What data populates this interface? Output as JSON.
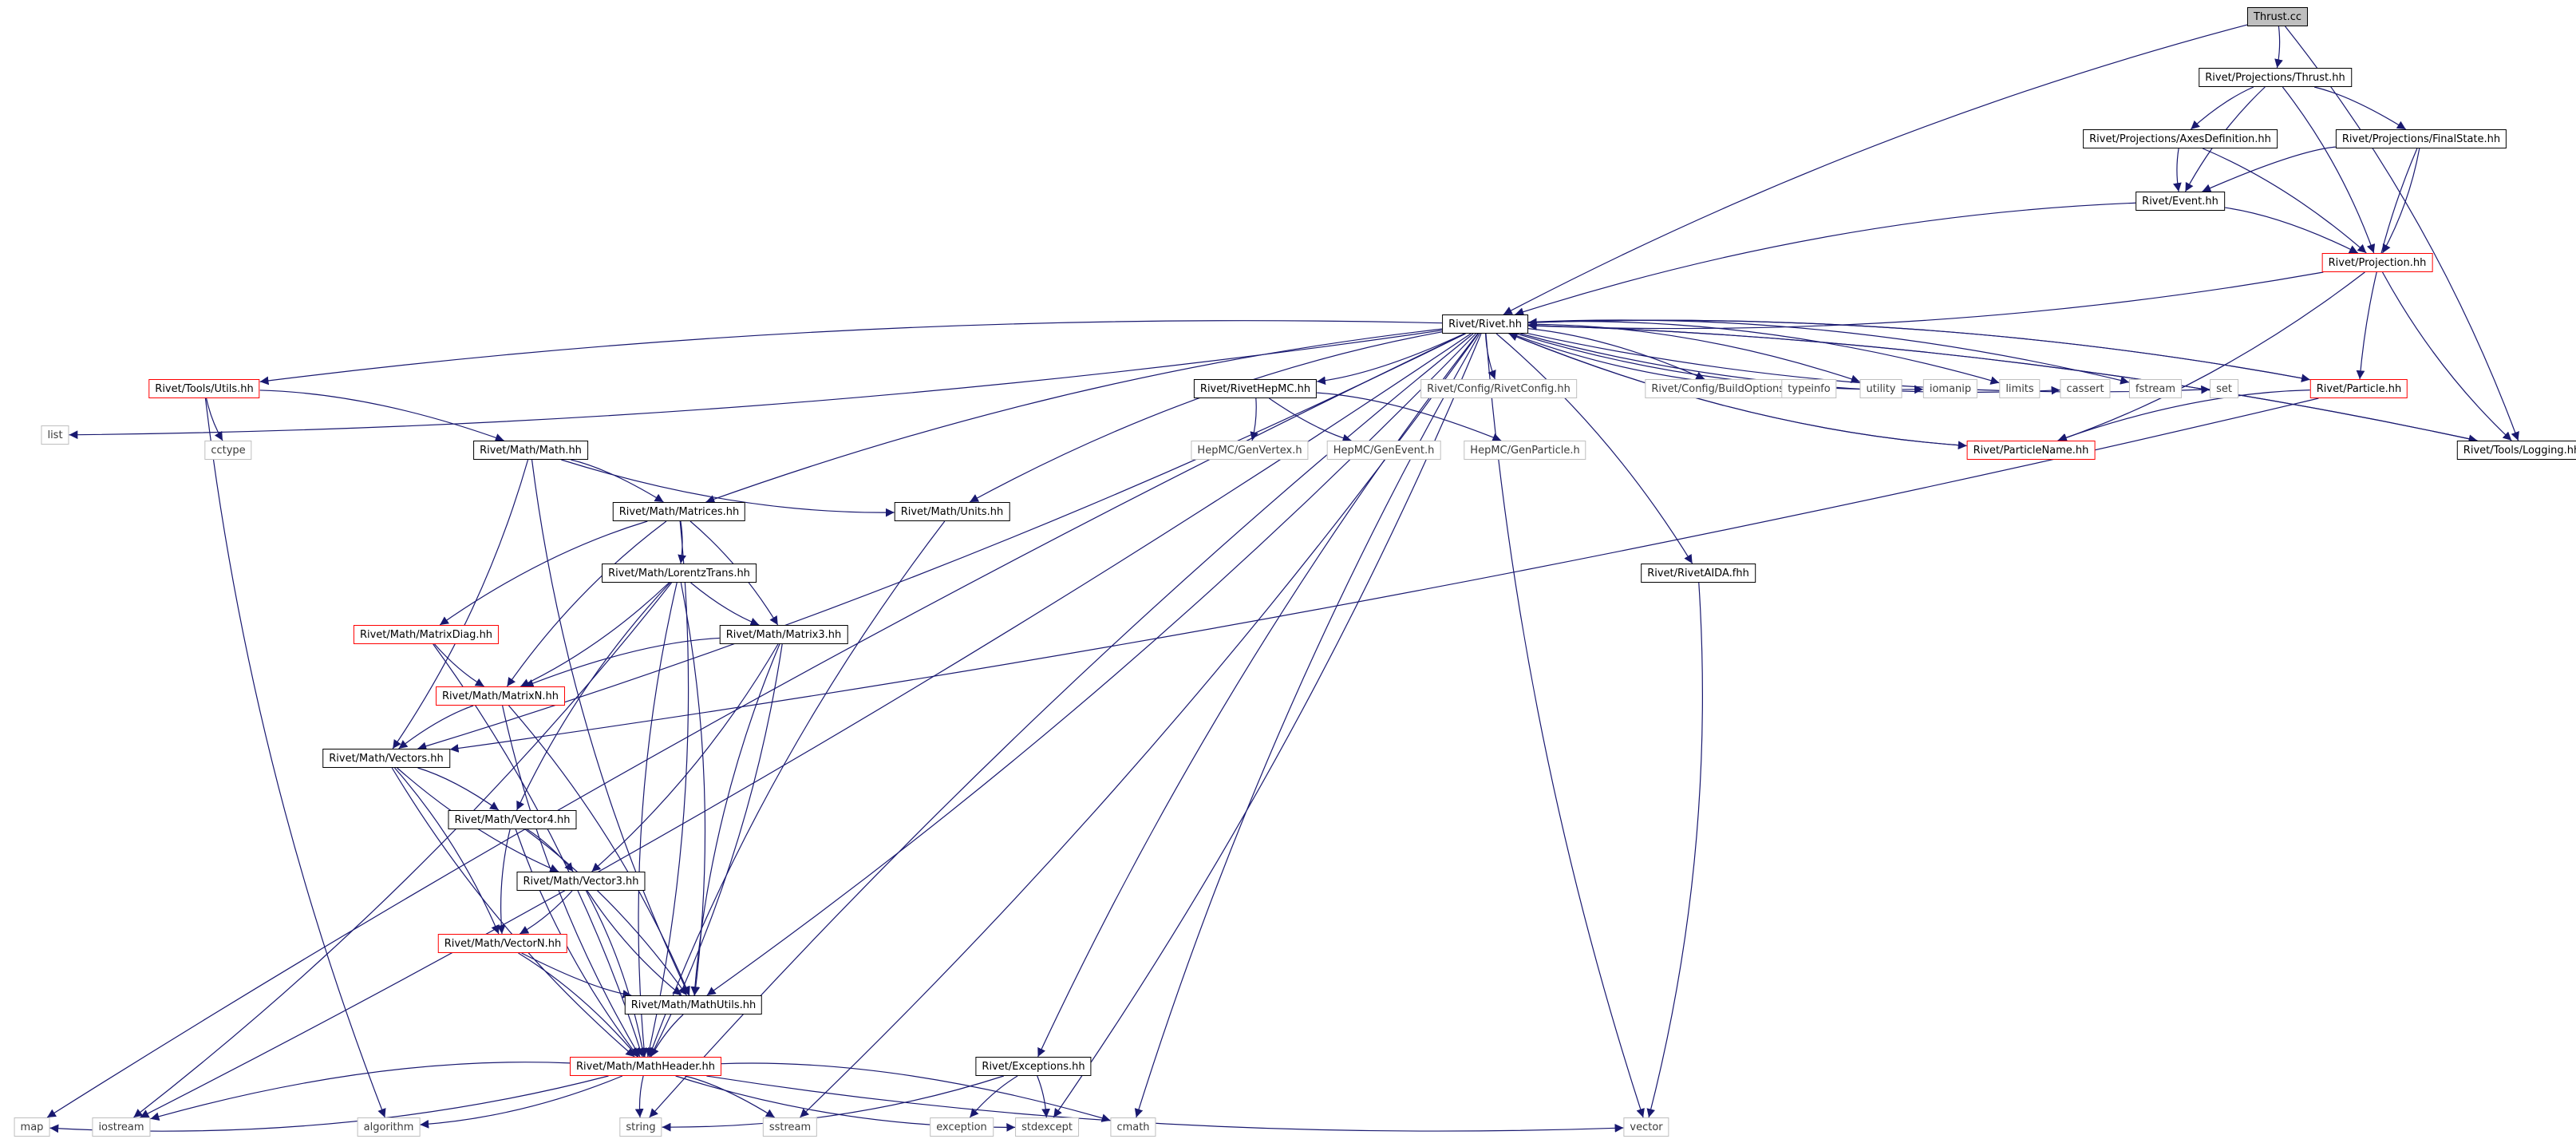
{
  "nodes": [
    {
      "id": "thrust_cc",
      "label": "Thrust.cc",
      "kind": "root"
    },
    {
      "id": "proj_thrust",
      "label": "Rivet/Projections/Thrust.hh",
      "kind": "normal"
    },
    {
      "id": "axesdef",
      "label": "Rivet/Projections/AxesDefinition.hh",
      "kind": "normal"
    },
    {
      "id": "finalstate",
      "label": "Rivet/Projections/FinalState.hh",
      "kind": "normal"
    },
    {
      "id": "event",
      "label": "Rivet/Event.hh",
      "kind": "normal"
    },
    {
      "id": "projection",
      "label": "Rivet/Projection.hh",
      "kind": "red"
    },
    {
      "id": "rivet",
      "label": "Rivet/Rivet.hh",
      "kind": "normal"
    },
    {
      "id": "list",
      "label": "list",
      "kind": "sys"
    },
    {
      "id": "utils",
      "label": "Rivet/Tools/Utils.hh",
      "kind": "red"
    },
    {
      "id": "rivethepmc",
      "label": "Rivet/RivetHepMC.hh",
      "kind": "normal"
    },
    {
      "id": "rivetconfig",
      "label": "Rivet/Config/RivetConfig.hh",
      "kind": "sys"
    },
    {
      "id": "buildoptions",
      "label": "Rivet/Config/BuildOptions.hh",
      "kind": "sys"
    },
    {
      "id": "typeinfo",
      "label": "typeinfo",
      "kind": "sys"
    },
    {
      "id": "utility",
      "label": "utility",
      "kind": "sys"
    },
    {
      "id": "iomanip",
      "label": "iomanip",
      "kind": "sys"
    },
    {
      "id": "limits",
      "label": "limits",
      "kind": "sys"
    },
    {
      "id": "cassert",
      "label": "cassert",
      "kind": "sys"
    },
    {
      "id": "fstream",
      "label": "fstream",
      "kind": "sys"
    },
    {
      "id": "set",
      "label": "set",
      "kind": "sys"
    },
    {
      "id": "particle",
      "label": "Rivet/Particle.hh",
      "kind": "red"
    },
    {
      "id": "logging",
      "label": "Rivet/Tools/Logging.hh",
      "kind": "normal"
    },
    {
      "id": "cctype",
      "label": "cctype",
      "kind": "sys"
    },
    {
      "id": "genvertex",
      "label": "HepMC/GenVertex.h",
      "kind": "sys"
    },
    {
      "id": "genevent",
      "label": "HepMC/GenEvent.h",
      "kind": "sys"
    },
    {
      "id": "genparticle",
      "label": "HepMC/GenParticle.h",
      "kind": "sys"
    },
    {
      "id": "particlename",
      "label": "Rivet/ParticleName.hh",
      "kind": "red"
    },
    {
      "id": "math",
      "label": "Rivet/Math/Math.hh",
      "kind": "normal"
    },
    {
      "id": "matrices",
      "label": "Rivet/Math/Matrices.hh",
      "kind": "normal"
    },
    {
      "id": "units",
      "label": "Rivet/Math/Units.hh",
      "kind": "normal"
    },
    {
      "id": "rivetaida",
      "label": "Rivet/RivetAIDA.fhh",
      "kind": "normal"
    },
    {
      "id": "lorentz",
      "label": "Rivet/Math/LorentzTrans.hh",
      "kind": "normal"
    },
    {
      "id": "matrixdiag",
      "label": "Rivet/Math/MatrixDiag.hh",
      "kind": "red"
    },
    {
      "id": "matrix3",
      "label": "Rivet/Math/Matrix3.hh",
      "kind": "normal"
    },
    {
      "id": "matrixn",
      "label": "Rivet/Math/MatrixN.hh",
      "kind": "red"
    },
    {
      "id": "vectors",
      "label": "Rivet/Math/Vectors.hh",
      "kind": "normal"
    },
    {
      "id": "vector4",
      "label": "Rivet/Math/Vector4.hh",
      "kind": "normal"
    },
    {
      "id": "vector3",
      "label": "Rivet/Math/Vector3.hh",
      "kind": "normal"
    },
    {
      "id": "vectorn",
      "label": "Rivet/Math/VectorN.hh",
      "kind": "red"
    },
    {
      "id": "mathutils",
      "label": "Rivet/Math/MathUtils.hh",
      "kind": "normal"
    },
    {
      "id": "mathheader",
      "label": "Rivet/Math/MathHeader.hh",
      "kind": "red"
    },
    {
      "id": "exceptions",
      "label": "Rivet/Exceptions.hh",
      "kind": "normal"
    },
    {
      "id": "map",
      "label": "map",
      "kind": "sys"
    },
    {
      "id": "iostream",
      "label": "iostream",
      "kind": "sys"
    },
    {
      "id": "algorithm",
      "label": "algorithm",
      "kind": "sys"
    },
    {
      "id": "string",
      "label": "string",
      "kind": "sys"
    },
    {
      "id": "sstream",
      "label": "sstream",
      "kind": "sys"
    },
    {
      "id": "exception",
      "label": "exception",
      "kind": "sys"
    },
    {
      "id": "stdexcept",
      "label": "stdexcept",
      "kind": "sys"
    },
    {
      "id": "cmath",
      "label": "cmath",
      "kind": "sys"
    },
    {
      "id": "vector",
      "label": "vector",
      "kind": "sys"
    }
  ],
  "edges": [
    [
      "thrust_cc",
      "proj_thrust"
    ],
    [
      "thrust_cc",
      "rivet"
    ],
    [
      "thrust_cc",
      "logging"
    ],
    [
      "proj_thrust",
      "axesdef"
    ],
    [
      "proj_thrust",
      "finalstate"
    ],
    [
      "proj_thrust",
      "event"
    ],
    [
      "proj_thrust",
      "projection"
    ],
    [
      "axesdef",
      "event"
    ],
    [
      "axesdef",
      "projection"
    ],
    [
      "finalstate",
      "event"
    ],
    [
      "finalstate",
      "projection"
    ],
    [
      "finalstate",
      "particle"
    ],
    [
      "event",
      "projection"
    ],
    [
      "event",
      "rivet"
    ],
    [
      "projection",
      "rivet"
    ],
    [
      "projection",
      "logging"
    ],
    [
      "projection",
      "particlename"
    ],
    [
      "rivet",
      "map"
    ],
    [
      "rivet",
      "list"
    ],
    [
      "rivet",
      "utils"
    ],
    [
      "rivet",
      "iostream"
    ],
    [
      "rivet",
      "string"
    ],
    [
      "rivet",
      "vectors"
    ],
    [
      "rivet",
      "matrices"
    ],
    [
      "rivet",
      "mathutils"
    ],
    [
      "rivet",
      "units"
    ],
    [
      "rivet",
      "rivethepmc"
    ],
    [
      "rivet",
      "rivetconfig"
    ],
    [
      "rivet",
      "buildoptions"
    ],
    [
      "rivet",
      "typeinfo"
    ],
    [
      "rivet",
      "utility"
    ],
    [
      "rivet",
      "iomanip"
    ],
    [
      "rivet",
      "limits"
    ],
    [
      "rivet",
      "cassert"
    ],
    [
      "rivet",
      "fstream"
    ],
    [
      "rivet",
      "set"
    ],
    [
      "rivet",
      "particle"
    ],
    [
      "rivet",
      "particlename"
    ],
    [
      "rivet",
      "logging"
    ],
    [
      "rivet",
      "exceptions"
    ],
    [
      "rivet",
      "stdexcept"
    ],
    [
      "rivet",
      "cmath"
    ],
    [
      "rivet",
      "sstream"
    ],
    [
      "rivet",
      "vector"
    ],
    [
      "rivet",
      "rivetaida"
    ],
    [
      "utils",
      "cctype"
    ],
    [
      "utils",
      "math"
    ],
    [
      "utils",
      "algorithm"
    ],
    [
      "rivethepmc",
      "genvertex"
    ],
    [
      "rivethepmc",
      "genevent"
    ],
    [
      "rivethepmc",
      "genparticle"
    ],
    [
      "particle",
      "particlename"
    ],
    [
      "particle",
      "vectors"
    ],
    [
      "particle",
      "rivet"
    ],
    [
      "particlename",
      "rivet"
    ],
    [
      "logging",
      "rivet"
    ],
    [
      "math",
      "matrices"
    ],
    [
      "math",
      "units"
    ],
    [
      "math",
      "vectors"
    ],
    [
      "math",
      "mathutils"
    ],
    [
      "matrices",
      "lorentz"
    ],
    [
      "matrices",
      "matrixdiag"
    ],
    [
      "matrices",
      "matrix3"
    ],
    [
      "matrices",
      "matrixn"
    ],
    [
      "matrices",
      "mathheader"
    ],
    [
      "units",
      "mathheader"
    ],
    [
      "rivetaida",
      "vector"
    ],
    [
      "lorentz",
      "matrix3"
    ],
    [
      "lorentz",
      "matrixn"
    ],
    [
      "lorentz",
      "vector4"
    ],
    [
      "lorentz",
      "mathutils"
    ],
    [
      "lorentz",
      "mathheader"
    ],
    [
      "lorentz",
      "iostream"
    ],
    [
      "matrixdiag",
      "matrixn"
    ],
    [
      "matrixdiag",
      "mathheader"
    ],
    [
      "matrix3",
      "matrixn"
    ],
    [
      "matrix3",
      "vector3"
    ],
    [
      "matrix3",
      "mathutils"
    ],
    [
      "matrix3",
      "mathheader"
    ],
    [
      "matrixn",
      "vectors"
    ],
    [
      "matrixn",
      "mathutils"
    ],
    [
      "matrixn",
      "mathheader"
    ],
    [
      "vectors",
      "vector4"
    ],
    [
      "vectors",
      "vector3"
    ],
    [
      "vectors",
      "vectorn"
    ],
    [
      "vectors",
      "mathheader"
    ],
    [
      "vector4",
      "vector3"
    ],
    [
      "vector4",
      "vectorn"
    ],
    [
      "vector4",
      "mathutils"
    ],
    [
      "vector4",
      "mathheader"
    ],
    [
      "vector3",
      "vectorn"
    ],
    [
      "vector3",
      "mathutils"
    ],
    [
      "vector3",
      "mathheader"
    ],
    [
      "vectorn",
      "mathutils"
    ],
    [
      "vectorn",
      "mathheader"
    ],
    [
      "mathutils",
      "mathheader"
    ],
    [
      "mathheader",
      "map"
    ],
    [
      "mathheader",
      "iostream"
    ],
    [
      "mathheader",
      "algorithm"
    ],
    [
      "mathheader",
      "string"
    ],
    [
      "mathheader",
      "sstream"
    ],
    [
      "mathheader",
      "stdexcept"
    ],
    [
      "mathheader",
      "cmath"
    ],
    [
      "mathheader",
      "vector"
    ],
    [
      "exceptions",
      "string"
    ],
    [
      "exceptions",
      "exception"
    ],
    [
      "exceptions",
      "stdexcept"
    ]
  ],
  "colors": {
    "edge": "#191970",
    "sys_edge": "#bfbfbf",
    "root_fill": "#bfbfbf",
    "red_border": "#ff0000"
  }
}
